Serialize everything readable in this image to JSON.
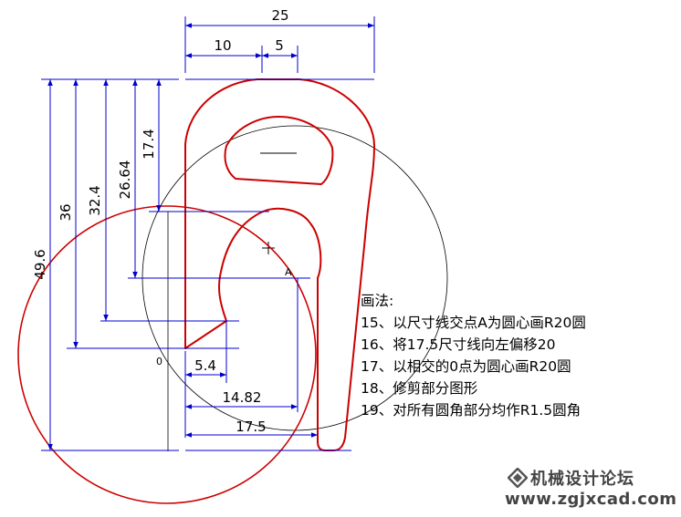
{
  "dimensions": {
    "top_total": "25",
    "top_left": "10",
    "top_mid": "5",
    "v_49_6": "49.6",
    "v_36": "36",
    "v_32_4": "32.4",
    "v_26_64": "26.64",
    "v_17_4": "17.4",
    "h_5_4": "5.4",
    "h_14_82": "14.82",
    "h_17_5": "17.5"
  },
  "points": {
    "a": "A",
    "o": "0"
  },
  "notes": {
    "heading": "画法:",
    "steps": [
      "15、以尺寸线交点A为圆心画R20圆",
      "16、将17.5尺寸线向左偏移20",
      "17、以相交的0点为圆心画R20圆",
      "18、修剪部分图形",
      "19、对所有圆角部分均作R1.5圆角"
    ]
  },
  "watermark": {
    "site_name": "机械设计论坛",
    "url": "www.zgjxcad.com"
  },
  "colors": {
    "profile": "#cc0000",
    "dimension": "#0000cc",
    "construction": "#000000"
  }
}
